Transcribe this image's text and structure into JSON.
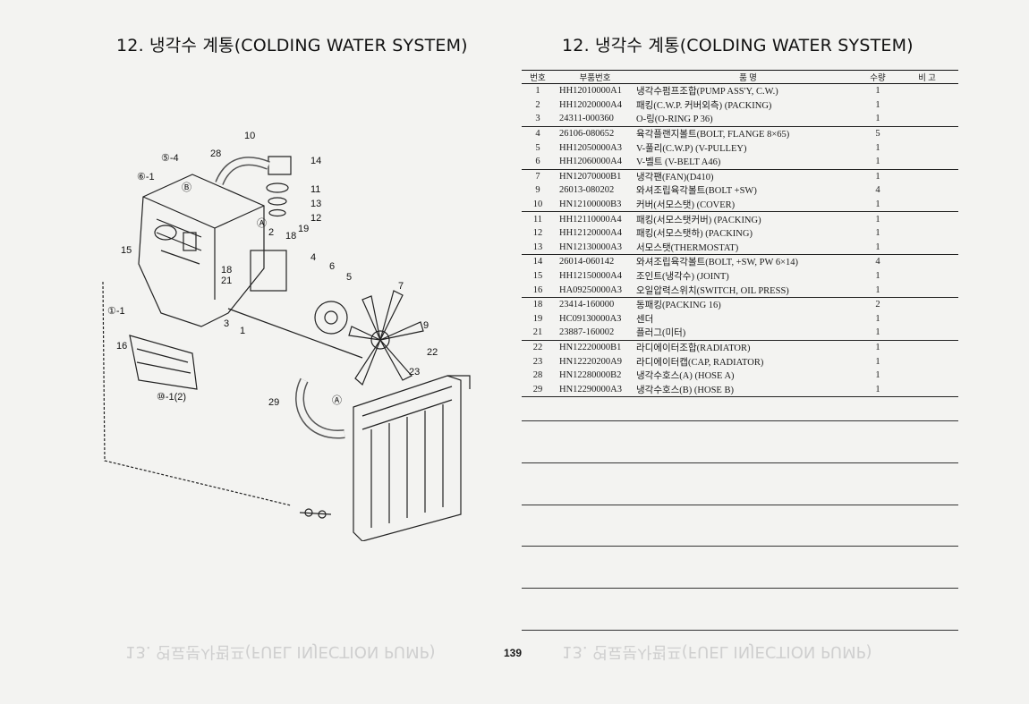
{
  "titles": {
    "left": "12. 냉각수 계통(COLDING WATER SYSTEM)",
    "right": "12. 냉각수 계통(COLDING WATER SYSTEM)"
  },
  "table": {
    "headers": [
      "번호",
      "부품번호",
      "품          명",
      "수량",
      "비    고"
    ],
    "rows": [
      {
        "no": "1",
        "part": "HH12010000A1",
        "name": "냉각수펌프조합(PUMP ASS'Y, C.W.)",
        "qty": "1"
      },
      {
        "no": "2",
        "part": "HH12020000A4",
        "name": "패킹(C.W.P. 커버외측) (PACKING)",
        "qty": "1"
      },
      {
        "no": "3",
        "part": "24311-000360",
        "name": "O-링(O-RING P 36)",
        "qty": "1"
      },
      {
        "no": "4",
        "part": "26106-080652",
        "name": "육각플랜지볼트(BOLT, FLANGE 8×65)",
        "qty": "5"
      },
      {
        "no": "5",
        "part": "HH12050000A3",
        "name": "V-풀리(C.W.P) (V-PULLEY)",
        "qty": "1"
      },
      {
        "no": "6",
        "part": "HH12060000A4",
        "name": "V-벨트 (V-BELT A46)",
        "qty": "1"
      },
      {
        "no": "7",
        "part": "HN12070000B1",
        "name": "냉각팬(FAN)(D410)",
        "qty": "1"
      },
      {
        "no": "9",
        "part": "26013-080202",
        "name": "와셔조립육각볼트(BOLT +SW)",
        "qty": "4"
      },
      {
        "no": "10",
        "part": "HN12100000B3",
        "name": "커버(서모스탯) (COVER)",
        "qty": "1"
      },
      {
        "no": "11",
        "part": "HH12110000A4",
        "name": "패킹(서모스탯커버) (PACKING)",
        "qty": "1"
      },
      {
        "no": "12",
        "part": "HH12120000A4",
        "name": "패킹(서모스탯하) (PACKING)",
        "qty": "1"
      },
      {
        "no": "13",
        "part": "HN12130000A3",
        "name": "서모스탯(THERMOSTAT)",
        "qty": "1"
      },
      {
        "no": "14",
        "part": "26014-060142",
        "name": "와셔조립육각볼트(BOLT, +SW, PW 6×14)",
        "qty": "4"
      },
      {
        "no": "15",
        "part": "HH12150000A4",
        "name": "조인트(냉각수) (JOINT)",
        "qty": "1"
      },
      {
        "no": "16",
        "part": "HA09250000A3",
        "name": "오일압력스위치(SWITCH, OIL PRESS)",
        "qty": "1"
      },
      {
        "no": "18",
        "part": "23414-160000",
        "name": "동패킹(PACKING 16)",
        "qty": "2"
      },
      {
        "no": "19",
        "part": "HC09130000A3",
        "name": "센더",
        "qty": "1"
      },
      {
        "no": "21",
        "part": "23887-160002",
        "name": "플러그(미터)",
        "qty": "1"
      },
      {
        "no": "22",
        "part": "HN12220000B1",
        "name": "라디에이터조합(RADIATOR)",
        "qty": "1"
      },
      {
        "no": "23",
        "part": "HN12220200A9",
        "name": "라디에이터캡(CAP, RADIATOR)",
        "qty": "1"
      },
      {
        "no": "28",
        "part": "HN12280000B2",
        "name": "냉각수호스(A) (HOSE A)",
        "qty": "1"
      },
      {
        "no": "29",
        "part": "HN12290000A3",
        "name": "냉각수호스(B) (HOSE B)",
        "qty": "1"
      }
    ]
  },
  "callouts": [
    "10",
    "14",
    "28",
    "⑤-4",
    "⑥-1",
    "Ⓑ",
    "11",
    "13",
    "12",
    "Ⓐ",
    "2",
    "18",
    "19",
    "15",
    "4",
    "6",
    "5",
    "18",
    "21",
    "3",
    "1",
    "7",
    "①-1",
    "9",
    "16",
    "22",
    "23",
    "⑩-1(2)",
    "29",
    "Ⓐ"
  ],
  "page_number": "139",
  "ghost_text": "13. 연료분사펌프(FUEL INJECTION PUMP)"
}
